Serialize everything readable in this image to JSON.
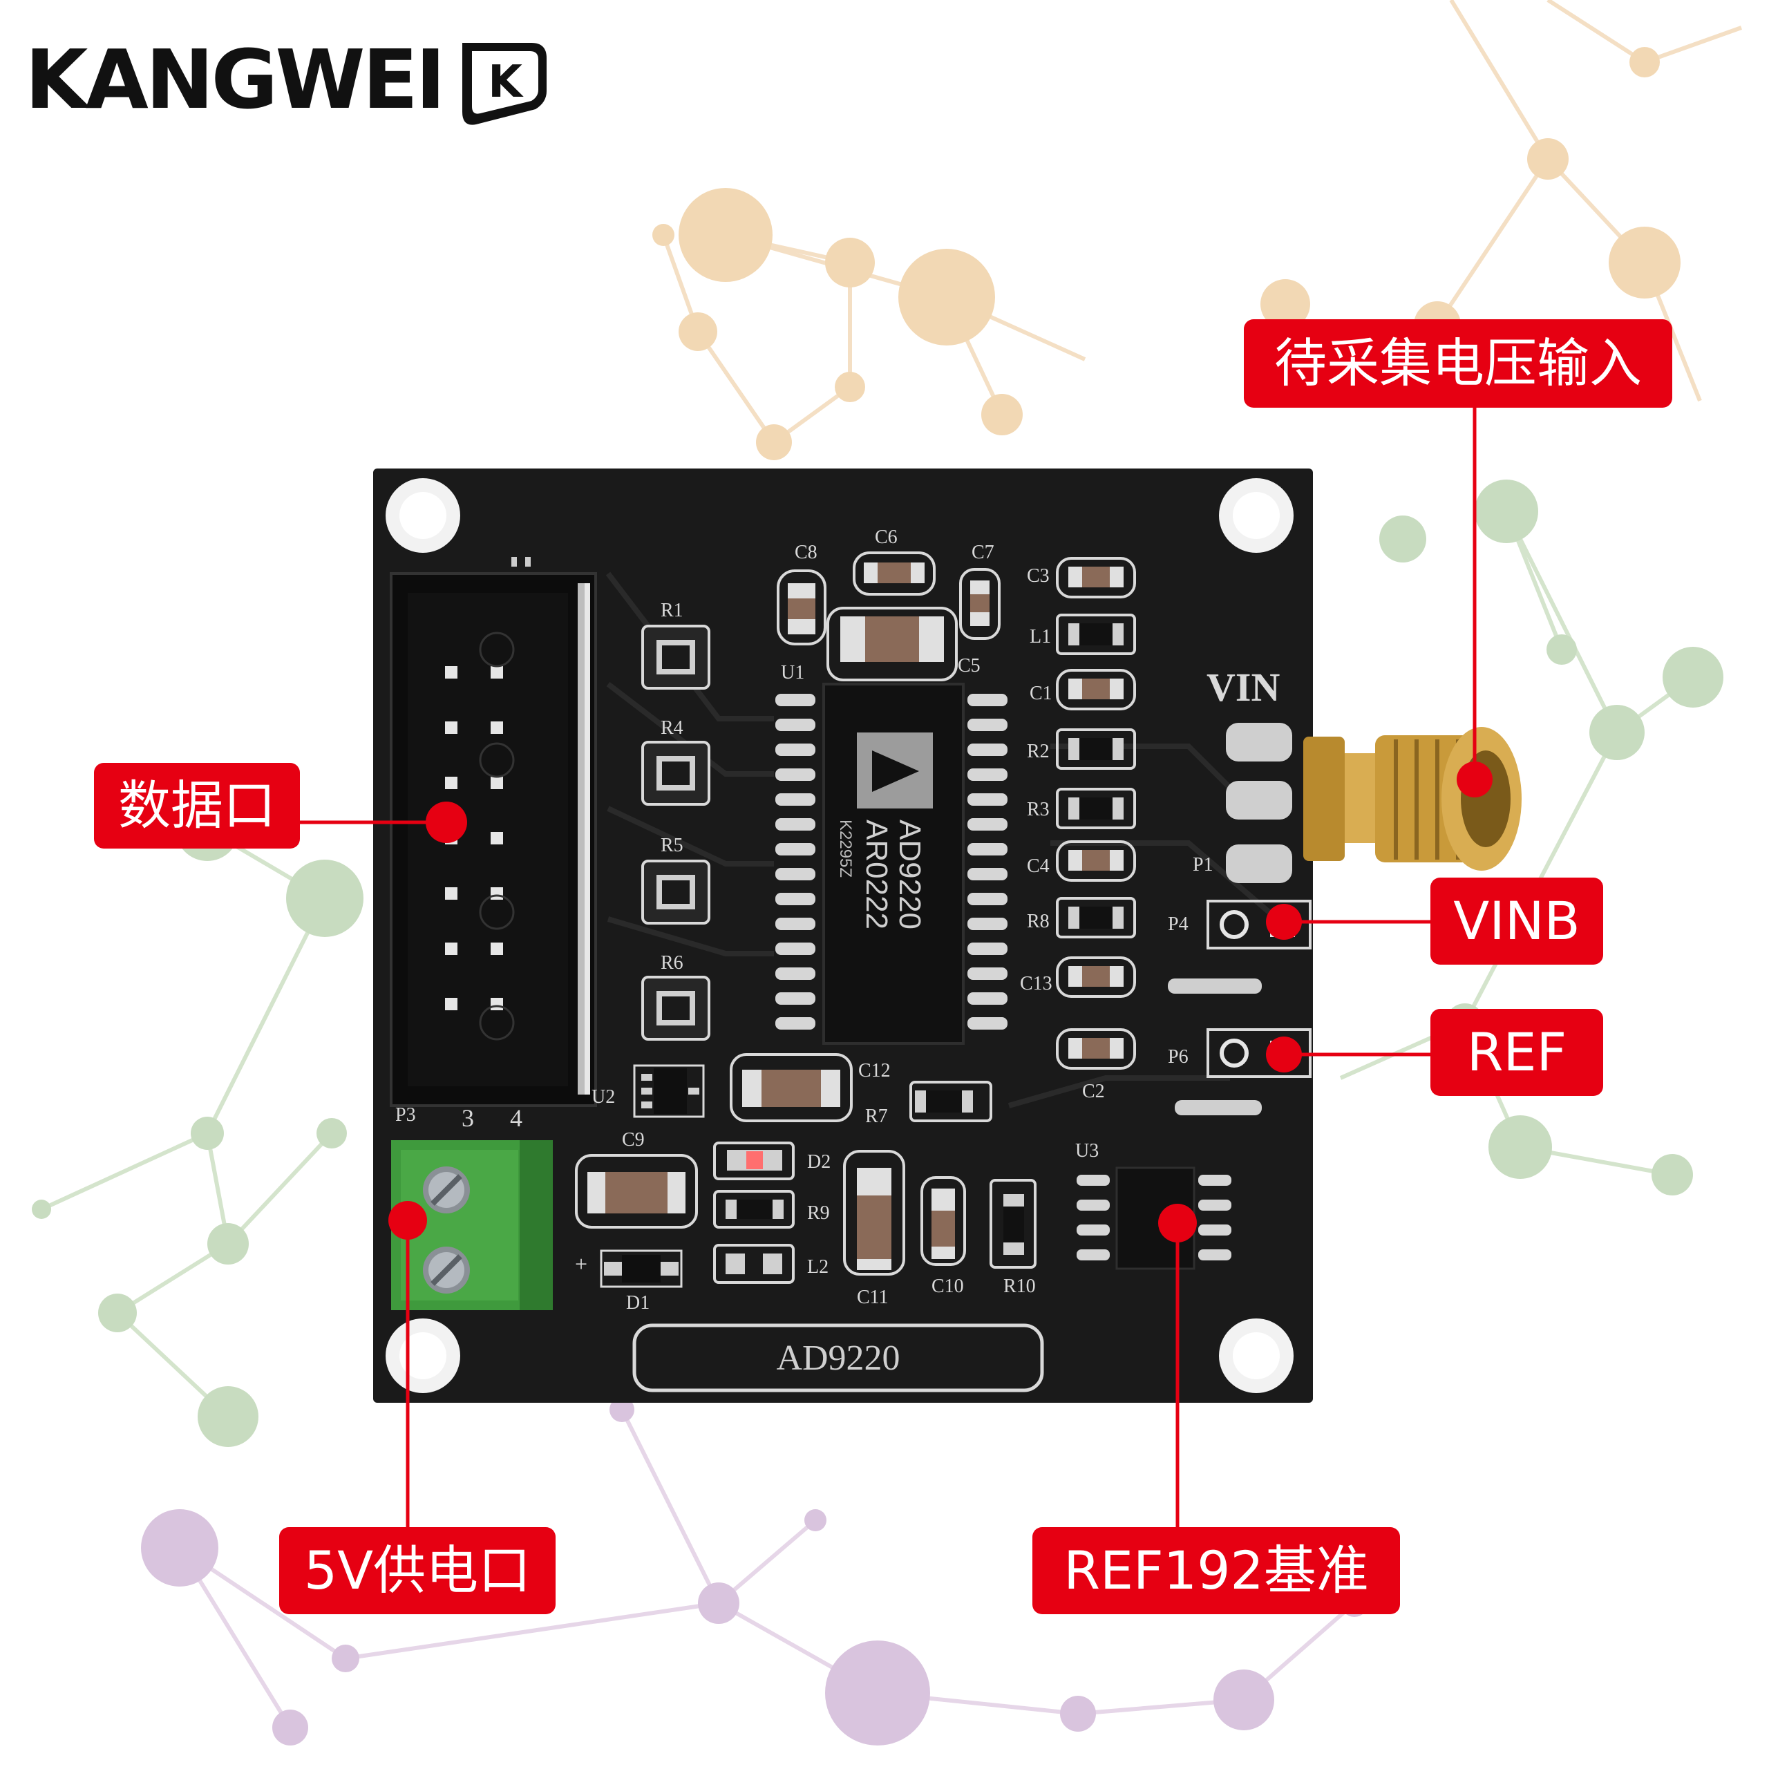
{
  "brand": {
    "name": "KANGWEI",
    "logo_letters": "K",
    "logo_icon": "kangwei-logo-icon"
  },
  "colors": {
    "callout": "#e60012",
    "callout_text": "#ffffff",
    "pcb": "#1a1a1a",
    "pcb_trace": "#2b2b2b",
    "silk": "#d9d9d9",
    "terminal": "#3f9a3d",
    "gold": "#c99a3a",
    "network_orange": "#f2d8b4",
    "network_green": "#c8dcc0",
    "network_purple": "#d9c4de"
  },
  "callouts": {
    "voltage_input": "待采集电压输入",
    "data_port": "数据口",
    "vinb": "VINB",
    "ref": "REF",
    "power": "5V供电口",
    "ref192": "REF192基准"
  },
  "board": {
    "name_label": "AD9220",
    "chip_line1": "AD9220",
    "chip_line2": "AR0222",
    "chip_line3": "K2295Z",
    "vin_label": "VIN",
    "p1": "P1",
    "p3": "P3",
    "p4": "P4",
    "p6": "P6",
    "p3_pin3": "3",
    "p3_pin4": "4",
    "plus_mark": "+",
    "u1": "U1",
    "u2": "U2",
    "u3": "U3",
    "d1": "D1",
    "d2": "D2",
    "l1": "L1",
    "l2": "L2",
    "r1": "R1",
    "r2": "R2",
    "r3": "R3",
    "r4": "R4",
    "r5": "R5",
    "r6": "R6",
    "r7": "R7",
    "r8": "R8",
    "r9": "R9",
    "r10": "R10",
    "c1": "C1",
    "c2": "C2",
    "c3": "C3",
    "c4": "C4",
    "c5": "C5",
    "c6": "C6",
    "c7": "C7",
    "c8": "C8",
    "c9": "C9",
    "c10": "C10",
    "c11": "C11",
    "c12": "C12",
    "c13": "C13"
  }
}
